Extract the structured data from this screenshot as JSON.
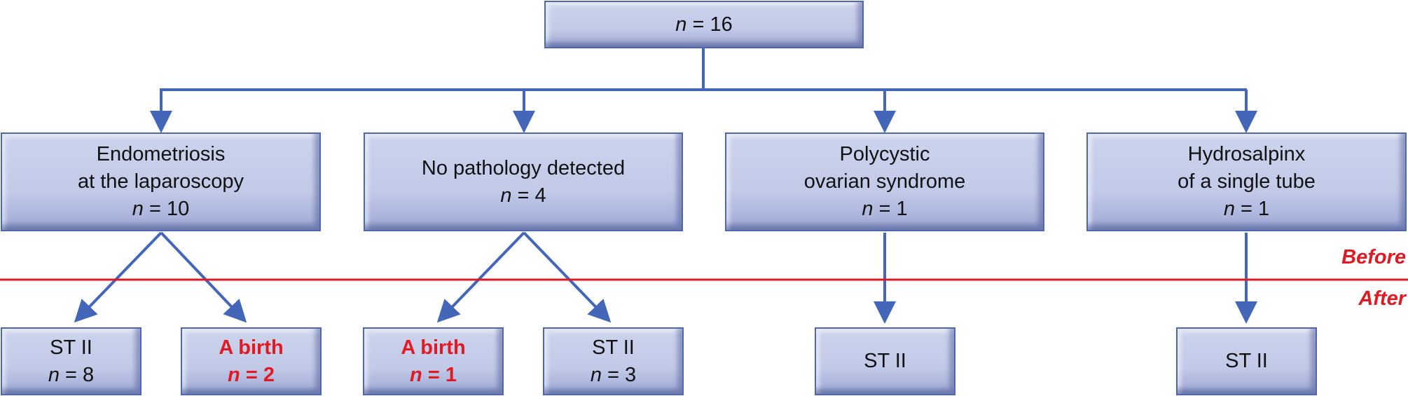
{
  "root": {
    "prefix": "n",
    "value": " = 16"
  },
  "categories": [
    {
      "line1": "Endometriosis",
      "line2": "at the laparoscopy",
      "n_prefix": "n",
      "n_value": " = 10"
    },
    {
      "line1": "No pathology detected",
      "n_prefix": "n",
      "n_value": " = 4"
    },
    {
      "line1": "Polycystic",
      "line2": "ovarian syndrome",
      "n_prefix": "n",
      "n_value": " = 1"
    },
    {
      "line1": "Hydrosalpinx",
      "line2": "of a single tube",
      "n_prefix": "n",
      "n_value": " = 1"
    }
  ],
  "outcomes": [
    {
      "label": "ST II",
      "n_prefix": "n",
      "n_value": " = 8",
      "highlight": false
    },
    {
      "label": "A birth",
      "n_prefix": "n",
      "n_value": " = 2",
      "highlight": true
    },
    {
      "label": "A birth",
      "n_prefix": "n",
      "n_value": " = 1",
      "highlight": true
    },
    {
      "label": "ST II",
      "n_prefix": "n",
      "n_value": " = 3",
      "highlight": false
    },
    {
      "label": "ST II",
      "highlight": false
    },
    {
      "label": "ST II",
      "highlight": false
    }
  ],
  "divider": {
    "before_label": "Before",
    "after_label": "After"
  },
  "colors": {
    "connector": "#4366b9",
    "divider": "#e01a22",
    "highlight_text": "#e01a22",
    "box_border": "#4e67b3",
    "box_fill": "#c2cae8"
  }
}
